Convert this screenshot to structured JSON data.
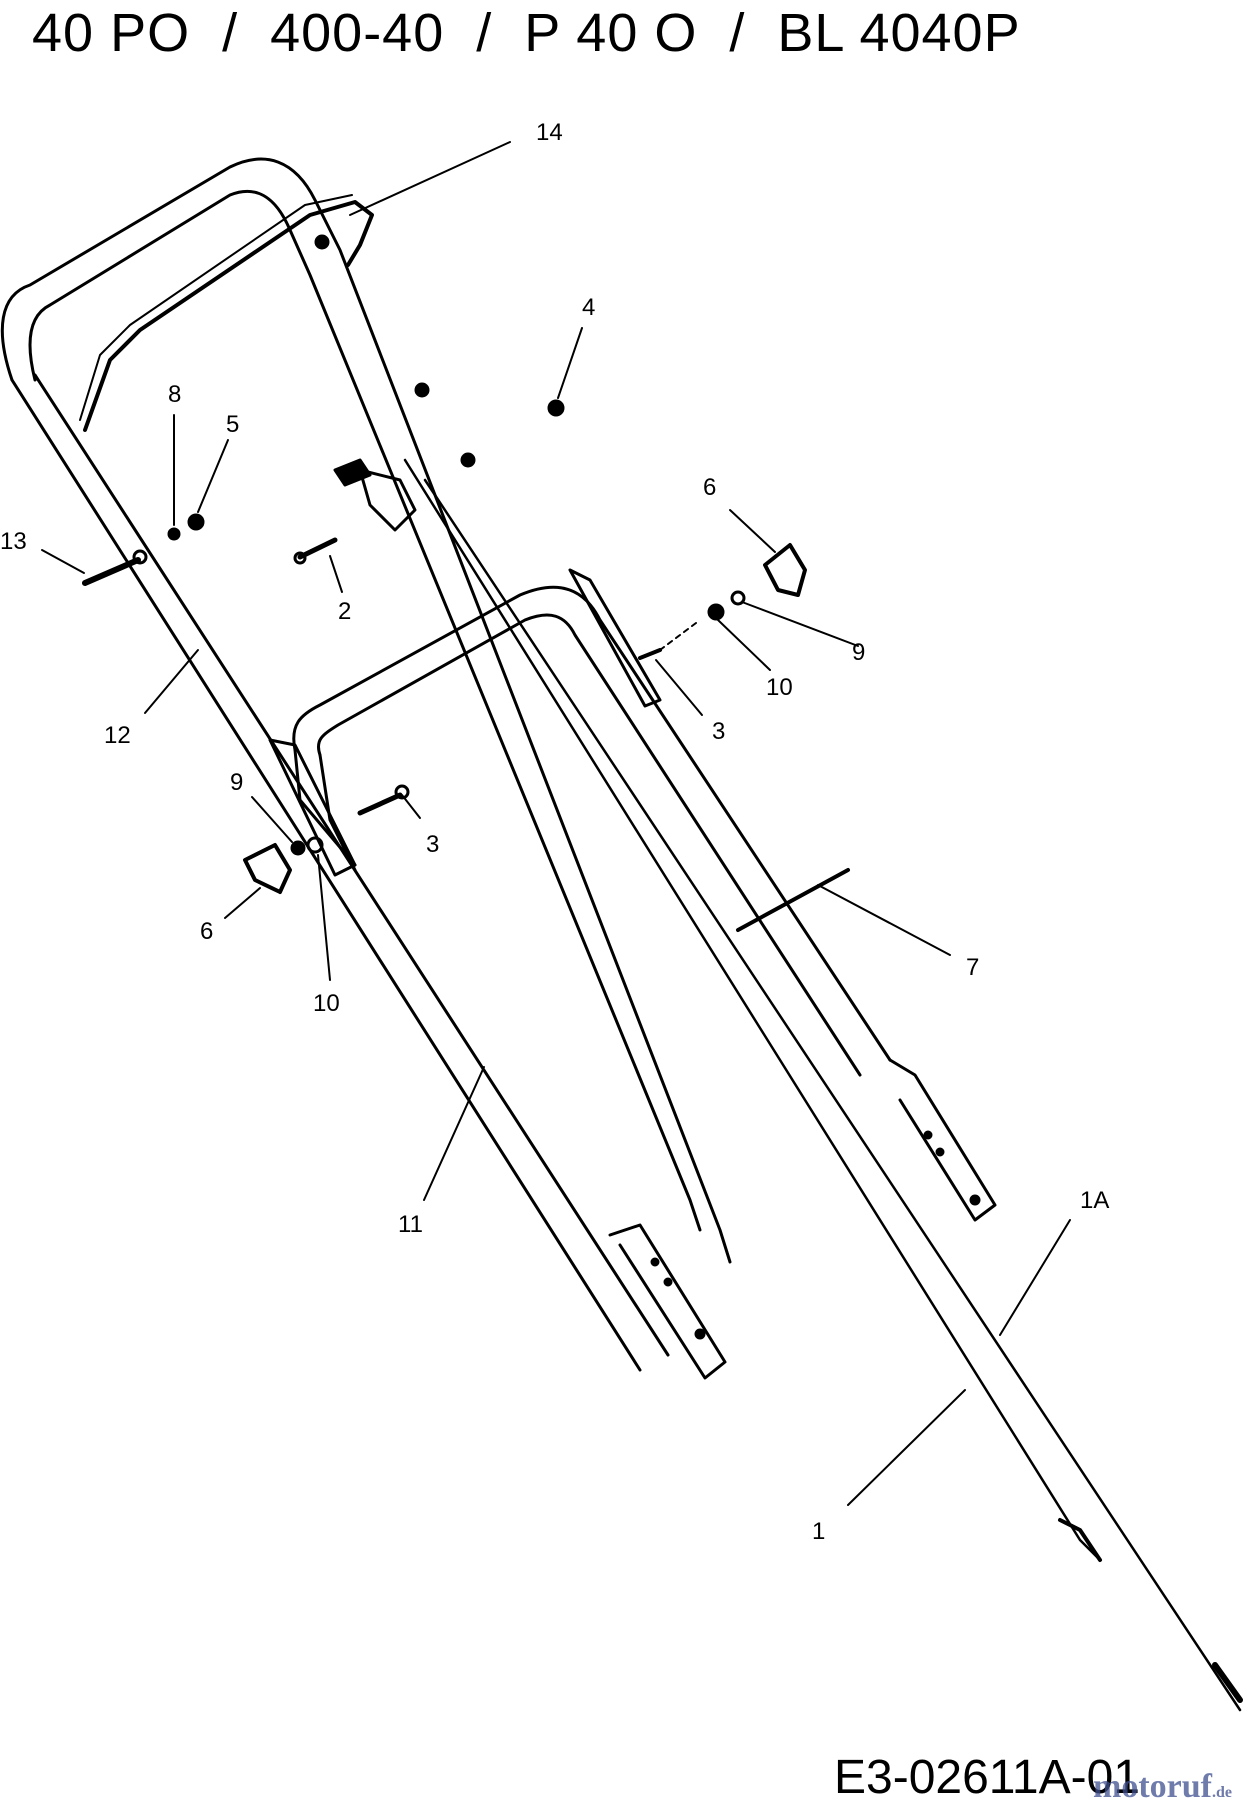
{
  "header": {
    "title": "40 PO  /  400-40  /  P 40 O  /  BL 4040P"
  },
  "callouts": {
    "c14": "14",
    "c4": "4",
    "c8": "8",
    "c5": "5",
    "c13": "13",
    "c2": "2",
    "c6a": "6",
    "c9a": "9",
    "c10a": "10",
    "c3a": "3",
    "c12": "12",
    "c9b": "9",
    "c3b": "3",
    "c6b": "6",
    "c10b": "10",
    "c7": "7",
    "c11": "11",
    "c1A": "1A",
    "c1": "1"
  },
  "footer": {
    "doc_code": "E3-02611A-01",
    "watermark": "motoruf",
    "watermark_tld": ".de"
  },
  "colors": {
    "line": "#000000",
    "background": "#ffffff",
    "watermark": "#3f4f8f"
  }
}
